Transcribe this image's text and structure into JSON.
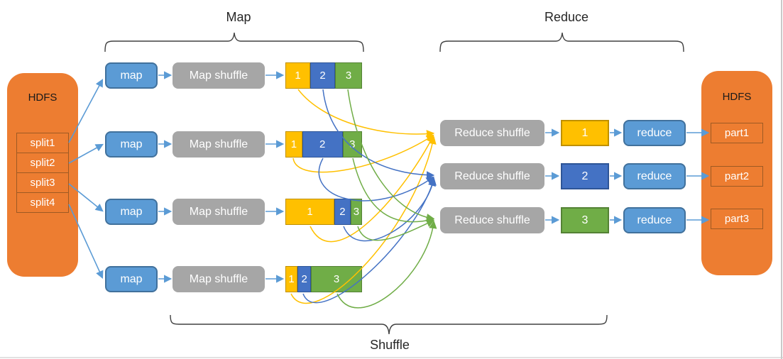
{
  "colors": {
    "orange": "#ED7D31",
    "blue_box": "#5B9BD5",
    "blue_box_border": "#41719C",
    "gray_box": "#A6A6A6",
    "yellow": "#FFC000",
    "yellow_dark": "#BF9000",
    "blue": "#4472C4",
    "blue_dark": "#2E5597",
    "green": "#70AD47",
    "green_dark": "#548235",
    "arrow": "#5B9BD5",
    "brace": "#404040"
  },
  "stages": {
    "map": "Map",
    "reduce": "Reduce",
    "shuffle": "Shuffle"
  },
  "hdfs_left": {
    "title": "HDFS",
    "splits": [
      "split1",
      "split2",
      "split3",
      "split4"
    ]
  },
  "hdfs_right": {
    "title": "HDFS",
    "parts": [
      "part1",
      "part2",
      "part3"
    ]
  },
  "map_rows": [
    {
      "map": "map",
      "shuffle": "Map shuffle",
      "segments": [
        {
          "label": "1",
          "flex": 35
        },
        {
          "label": "2",
          "flex": 35
        },
        {
          "label": "3",
          "flex": 38
        }
      ]
    },
    {
      "map": "map",
      "shuffle": "Map shuffle",
      "segments": [
        {
          "label": "1",
          "flex": 23
        },
        {
          "label": "2",
          "flex": 58
        },
        {
          "label": "3",
          "flex": 27
        }
      ]
    },
    {
      "map": "map",
      "shuffle": "Map shuffle",
      "segments": [
        {
          "label": "1",
          "flex": 71
        },
        {
          "label": "2",
          "flex": 22
        },
        {
          "label": "3",
          "flex": 15
        }
      ]
    },
    {
      "map": "map",
      "shuffle": "Map shuffle",
      "segments": [
        {
          "label": "1",
          "flex": 16
        },
        {
          "label": "2",
          "flex": 18
        },
        {
          "label": "3",
          "flex": 74
        }
      ]
    }
  ],
  "reduce_rows": [
    {
      "shuffle": "Reduce shuffle",
      "partition": "1",
      "reduce": "reduce"
    },
    {
      "shuffle": "Reduce shuffle",
      "partition": "2",
      "reduce": "reduce"
    },
    {
      "shuffle": "Reduce shuffle",
      "partition": "3",
      "reduce": "reduce"
    }
  ]
}
